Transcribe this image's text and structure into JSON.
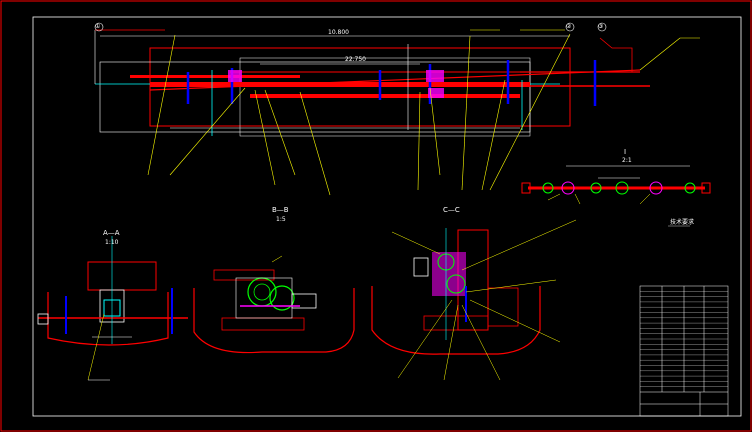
{
  "drawing": {
    "colors": {
      "background": "#000000",
      "frame": "#ff0000",
      "outline": "#ff0000",
      "rail": "#ff0000",
      "leader": "#ffff00",
      "dimension": "#ffffff",
      "column": "#0000ff",
      "axis": "#00ffff",
      "gear": "#00ff00",
      "hub": "#ff00ff"
    },
    "grid_bubbles": [
      "①",
      "②",
      "③"
    ],
    "plan_view": {
      "dimensions": [
        "22.750",
        "10.800"
      ]
    },
    "section_views": [
      {
        "id": "section-a",
        "title": "A—A",
        "subtitle": "1:10"
      },
      {
        "id": "section-b",
        "title": "B—B",
        "subtitle": "1:5"
      },
      {
        "id": "section-c",
        "title": "C—C",
        "subtitle": ""
      }
    ],
    "detail_view": {
      "title": "I",
      "subtitle": "2:1"
    },
    "notes": {
      "title": "技术要求"
    },
    "title_block": {}
  }
}
